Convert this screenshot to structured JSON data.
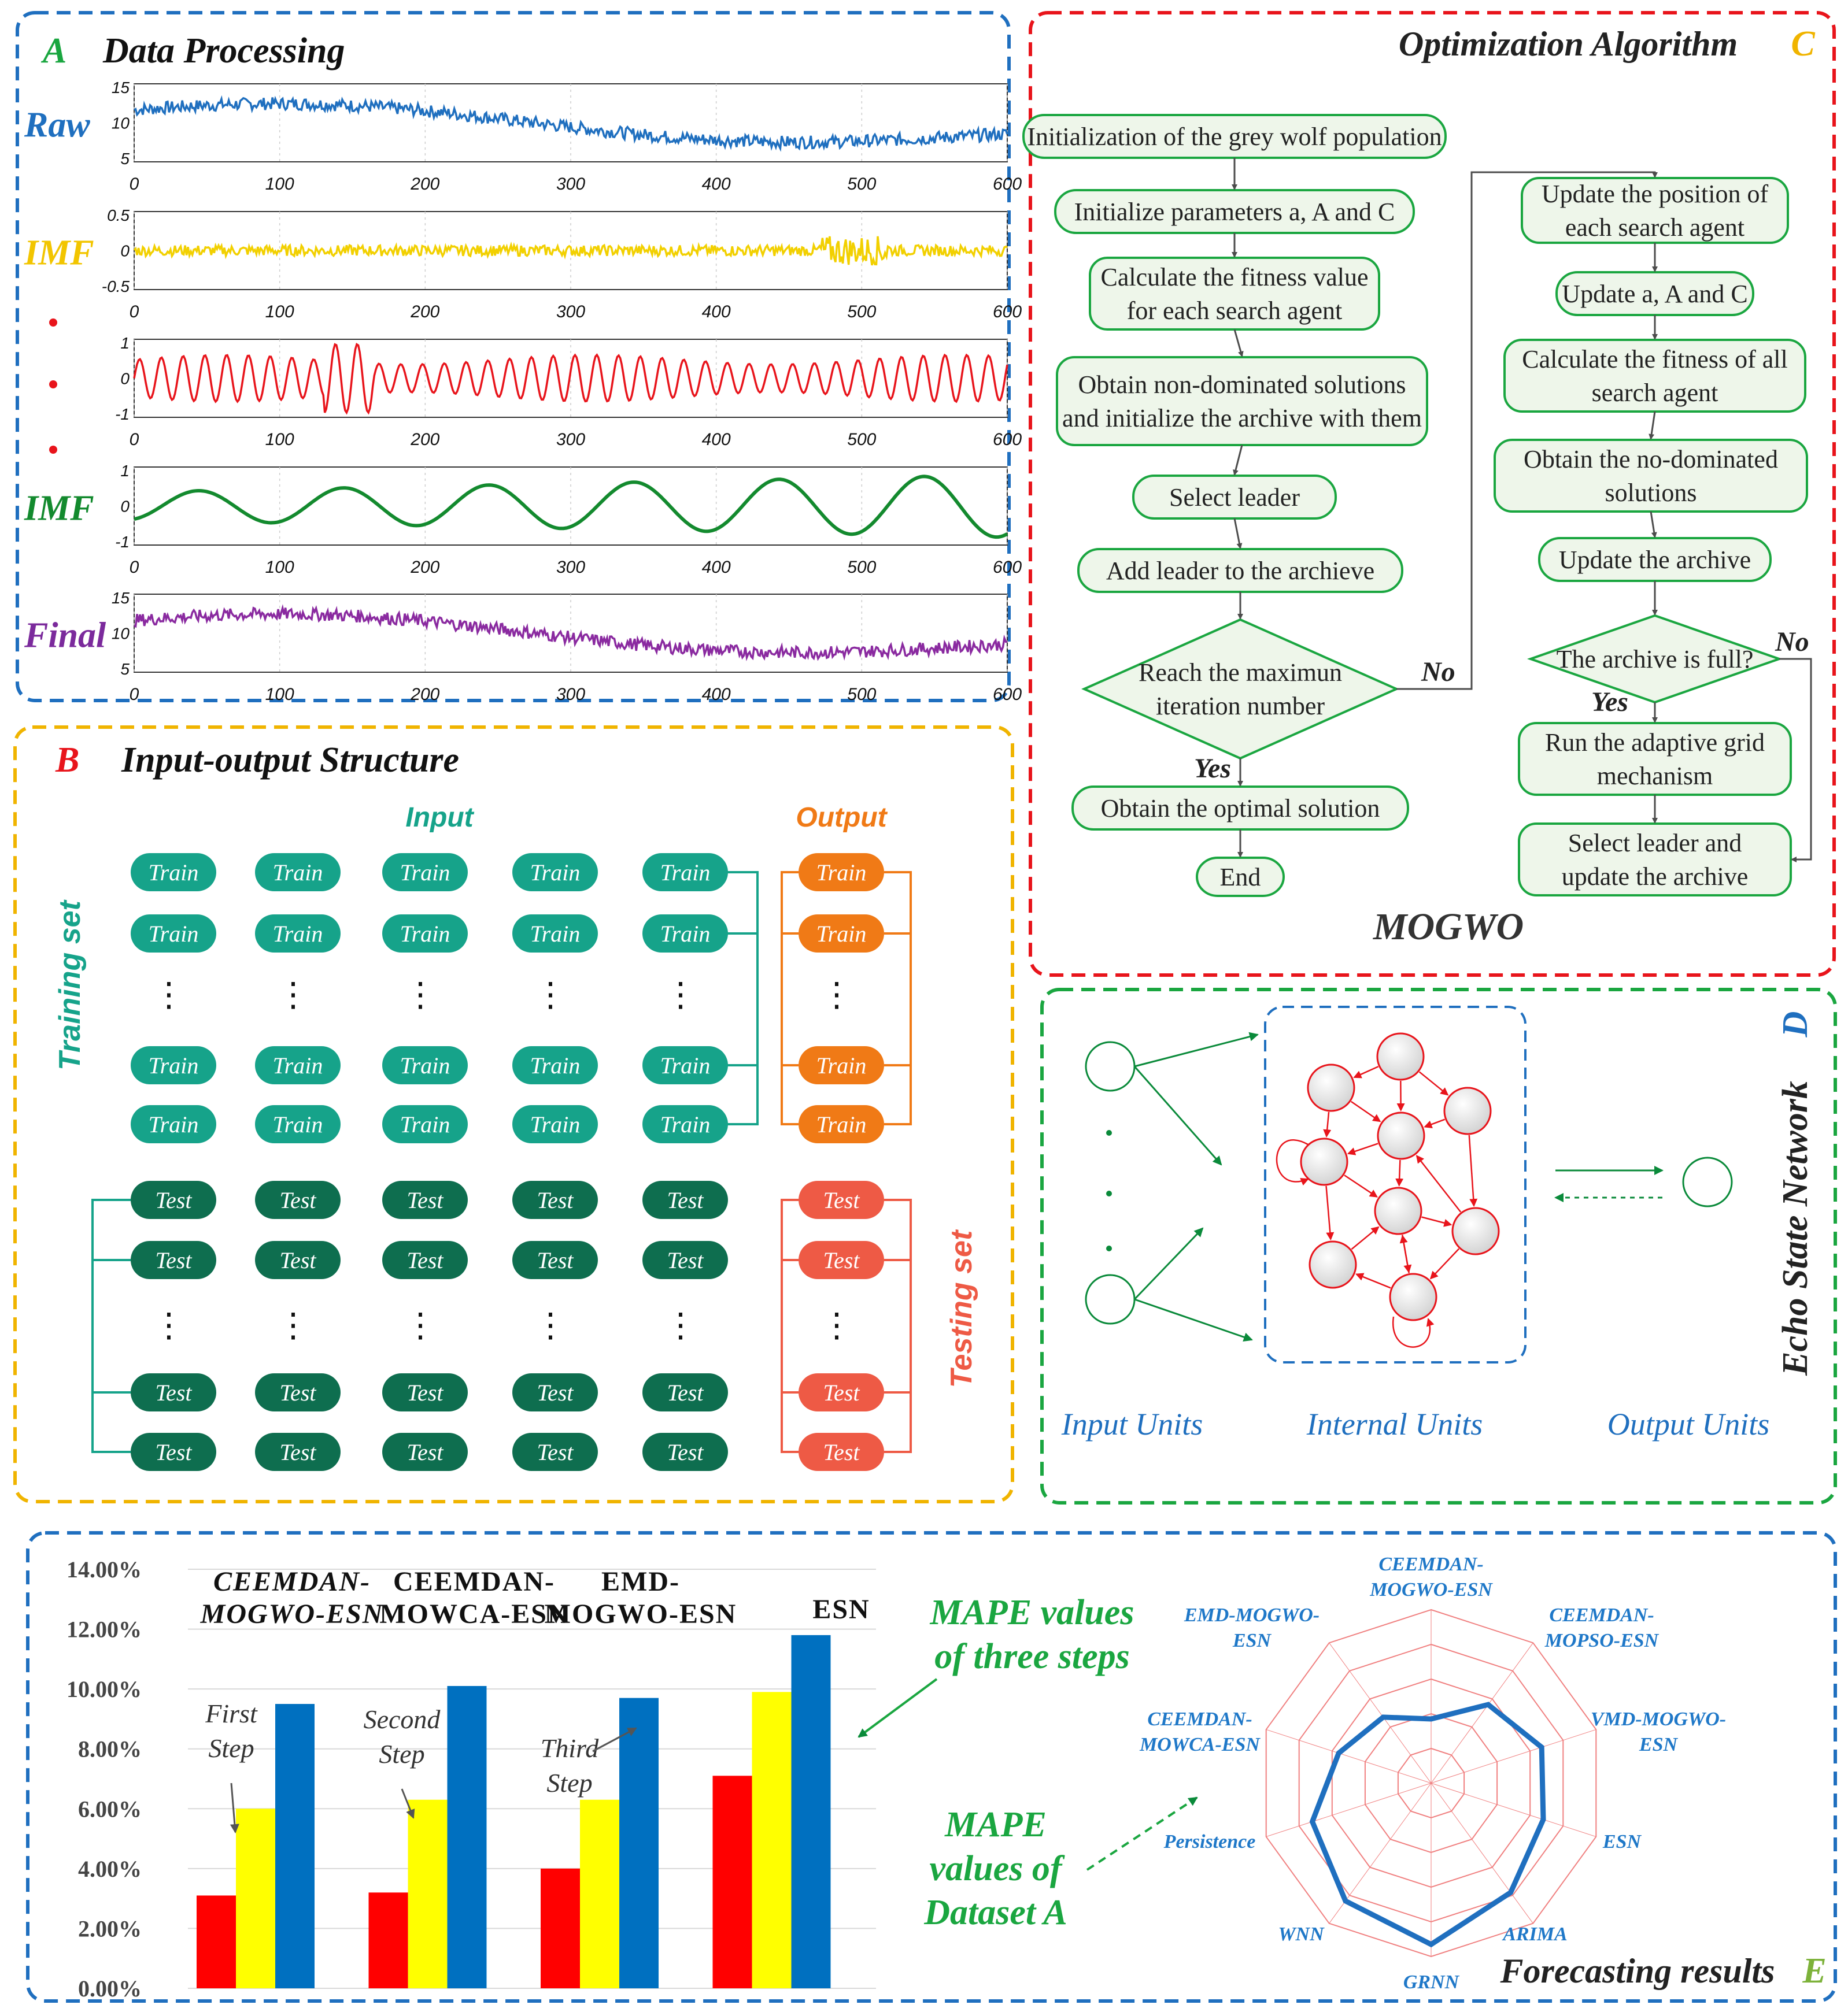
{
  "panel_a": {
    "letter": "A",
    "title": "Data Processing",
    "rows": [
      {
        "label": "Raw",
        "label_color": "#1f6fbf",
        "line_color": "#1f6fbf",
        "y_ticks": [
          "15",
          "10",
          "5"
        ],
        "kind": "series"
      },
      {
        "label": "IMF",
        "label_color": "#f2c500",
        "line_color": "#f2d000",
        "y_ticks": [
          "0.5",
          "0",
          "-0.5"
        ],
        "kind": "noise"
      },
      {
        "label": "",
        "label_color": "#e8141b",
        "line_color": "#e8141b",
        "y_ticks": [
          "1",
          "0",
          "-1"
        ],
        "kind": "wave_fast"
      },
      {
        "label": "IMF",
        "label_color": "#138a2e",
        "line_color": "#138a2e",
        "y_ticks": [
          "1",
          "0",
          "-1"
        ],
        "kind": "wave_slow"
      },
      {
        "label": "Final",
        "label_color": "#7b2a9c",
        "line_color": "#8a2aa0",
        "y_ticks": [
          "15",
          "10",
          "5"
        ],
        "kind": "series"
      }
    ],
    "x_ticks": [
      "0",
      "100",
      "200",
      "300",
      "400",
      "500",
      "600"
    ],
    "x_max": 600
  },
  "panel_b": {
    "letter": "B",
    "title": "Input-output Structure",
    "input_label": "Input",
    "output_label": "Output",
    "training_label": "Training set",
    "testing_label": "Testing set",
    "train_text": "Train",
    "test_text": "Test",
    "ellipsis": "⋮",
    "colors": {
      "train_in": "#16a38a",
      "train_out": "#f07a16",
      "test_in": "#0e6e4f",
      "test_out": "#ee5a45"
    }
  },
  "panel_c": {
    "letter": "C",
    "title": "Optimization Algorithm",
    "name": "MOGWO",
    "left_steps": [
      "Initialization of the grey wolf population",
      "Initialize parameters a, A and C",
      "Calculate the fitness value|for each search agent",
      "Obtain non-dominated solutions|and initialize the archive with them",
      "Select leader",
      "Add leader to the archieve",
      "Reach the maximun|iteration number",
      "Obtain the optimal solution",
      "End"
    ],
    "right_steps": [
      "Update the position of|each search agent",
      "Update a, A and C",
      "Calculate the fitness of all|search agent",
      "Obtain the no-dominated|solutions",
      "Update the archive",
      "The archive is full?",
      "Run the adaptive grid|mechanism",
      "Select leader and|update the archive"
    ],
    "yes": "Yes",
    "no": "No"
  },
  "panel_d": {
    "letter": "D",
    "title": "Echo State Network",
    "input_units": "Input Units",
    "internal_units": "Internal Units",
    "output_units": "Output Units"
  },
  "panel_e": {
    "letter": "E",
    "title": "Forecasting results",
    "mape_steps": "MAPE values|of  three steps",
    "mape_dataset": "MAPE|values of|Dataset A",
    "step_labels": [
      "First|Step",
      "Second|Step",
      "Third|Step"
    ],
    "radar_labels": [
      "CEEMDAN-|MOGWO-ESN",
      "CEEMDAN-|MOPSO-ESN",
      "VMD-MOGWO-|ESN",
      "ESN",
      "ARIMA",
      "GRNN",
      "WNN",
      "Persistence",
      "CEEMDAN-|MOWCA-ESN",
      "EMD-MOGWO-|ESN"
    ]
  },
  "chart_data": {
    "type": "bar",
    "categories": [
      "CEEMDAN-|MOGWO-ESN",
      "CEEMDAN-|MOWCA-ESN",
      "EMD-|MOGWO-ESN",
      "ESN"
    ],
    "series": [
      {
        "color": "#ff0000",
        "values": [
          3.1,
          3.2,
          4.0,
          7.1
        ]
      },
      {
        "color": "#ffff00",
        "values": [
          6.0,
          6.3,
          6.3,
          9.9
        ]
      },
      {
        "color": "#0070c0",
        "values": [
          9.5,
          10.1,
          9.7,
          11.8
        ]
      }
    ],
    "y_ticks": [
      "0.00%",
      "2.00%",
      "4.00%",
      "6.00%",
      "8.00%",
      "10.00%",
      "12.00%",
      "14.00%"
    ],
    "ylim": [
      0,
      14
    ],
    "radar": {
      "type": "radar",
      "axes": [
        "CEEMDAN-MOGWO-ESN",
        "CEEMDAN-MOPSO-ESN",
        "VMD-MOGWO-ESN",
        "ESN",
        "ARIMA",
        "GRNN",
        "WNN",
        "Persistence",
        "CEEMDAN-MOWCA-ESN",
        "EMD-MOGWO-ESN"
      ],
      "values": [
        0.37,
        0.56,
        0.67,
        0.68,
        0.78,
        0.93,
        0.84,
        0.72,
        0.56,
        0.47
      ],
      "rings": 5,
      "line_color": "#1f6fbf",
      "ring_color": "#f08080"
    }
  }
}
